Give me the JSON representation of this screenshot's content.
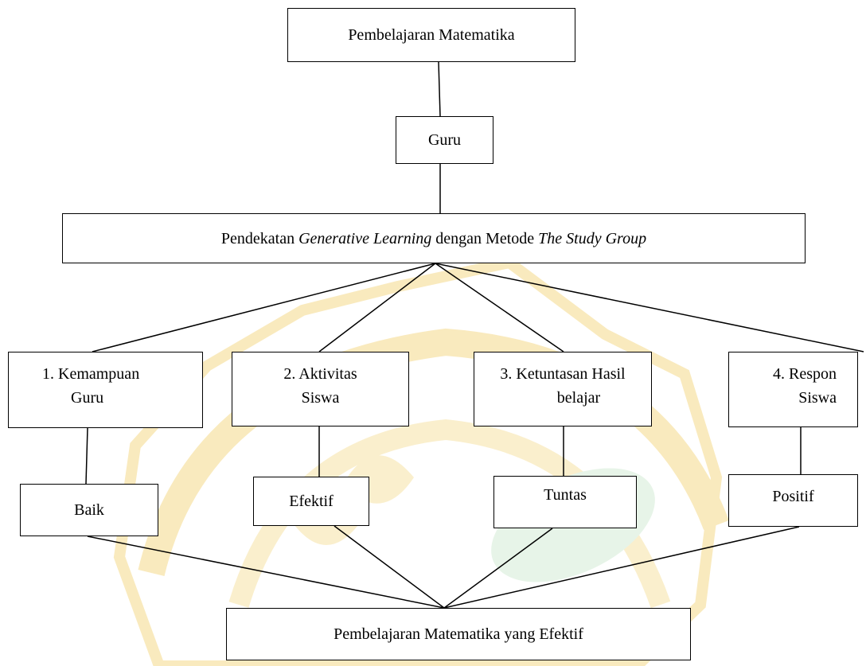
{
  "nodes": {
    "root": {
      "text": "Pembelajaran Matematika"
    },
    "guru": {
      "text": "Guru"
    },
    "approach": {
      "prefix": "Pendekatan ",
      "italic1": "Generative Learning",
      "middle": " dengan Metode ",
      "italic2": "The Study Group"
    },
    "criteria": [
      {
        "line1": "1.   Kemampuan",
        "line2": "Guru"
      },
      {
        "line1": "2. Aktivitas",
        "line2": "Siswa"
      },
      {
        "line1": "3. Ketuntasan Hasil",
        "line2": "belajar"
      },
      {
        "line1": "4. Respon",
        "line2": "Siswa"
      }
    ],
    "results": [
      {
        "text": "Baik"
      },
      {
        "text": "Efektif"
      },
      {
        "text": "Tuntas"
      },
      {
        "text": "Positif"
      }
    ],
    "outcome": {
      "text": "Pembelajaran Matematika yang Efektif"
    }
  },
  "edges": [
    [
      "root",
      "guru"
    ],
    [
      "guru",
      "approach"
    ],
    [
      "approach",
      "criteria.0"
    ],
    [
      "approach",
      "criteria.1"
    ],
    [
      "approach",
      "criteria.2"
    ],
    [
      "approach",
      "criteria.3"
    ],
    [
      "criteria.0",
      "results.0"
    ],
    [
      "criteria.1",
      "results.1"
    ],
    [
      "criteria.2",
      "results.2"
    ],
    [
      "criteria.3",
      "results.3"
    ],
    [
      "results.0",
      "outcome"
    ],
    [
      "results.1",
      "outcome"
    ],
    [
      "results.2",
      "outcome"
    ],
    [
      "results.3",
      "outcome"
    ]
  ],
  "colors": {
    "line": "#000000",
    "box_border": "#000000",
    "watermark_gold": "#f5d98a",
    "watermark_green": "#d4ecd6"
  }
}
